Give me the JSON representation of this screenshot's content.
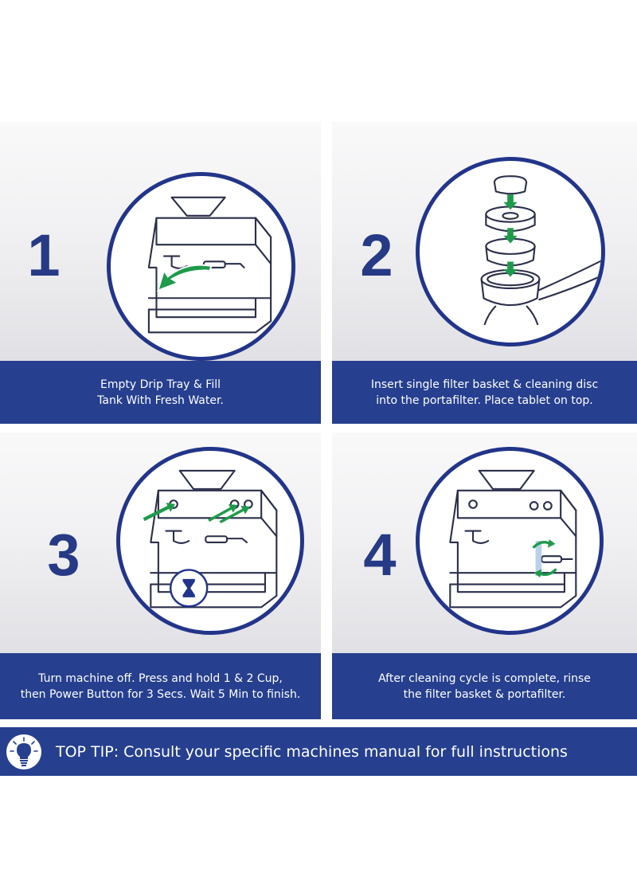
{
  "steps": [
    {
      "number": "1",
      "caption_lines": [
        "Empty Drip Tray & Fill",
        "Tank With Fresh Water."
      ]
    },
    {
      "number": "2",
      "caption_lines": [
        "Insert single filter basket & cleaning disc",
        "into the portafilter. Place tablet on top."
      ]
    },
    {
      "number": "3",
      "caption_lines": [
        "Turn machine off. Press and hold 1 & 2 Cup,",
        "then Power Button for 3 Secs. Wait 5 Min to finish."
      ]
    },
    {
      "number": "4",
      "caption_lines": [
        "After cleaning cycle is complete, rinse",
        "the filter basket & portafilter."
      ]
    }
  ],
  "tip": {
    "text": "TOP TIP: Consult your specific machines manual for full instructions",
    "icon": "lightbulb-icon"
  },
  "colors": {
    "navy": "#263f8f",
    "circle_border": "#22358a",
    "arrow_green": "#1e9a4a"
  }
}
